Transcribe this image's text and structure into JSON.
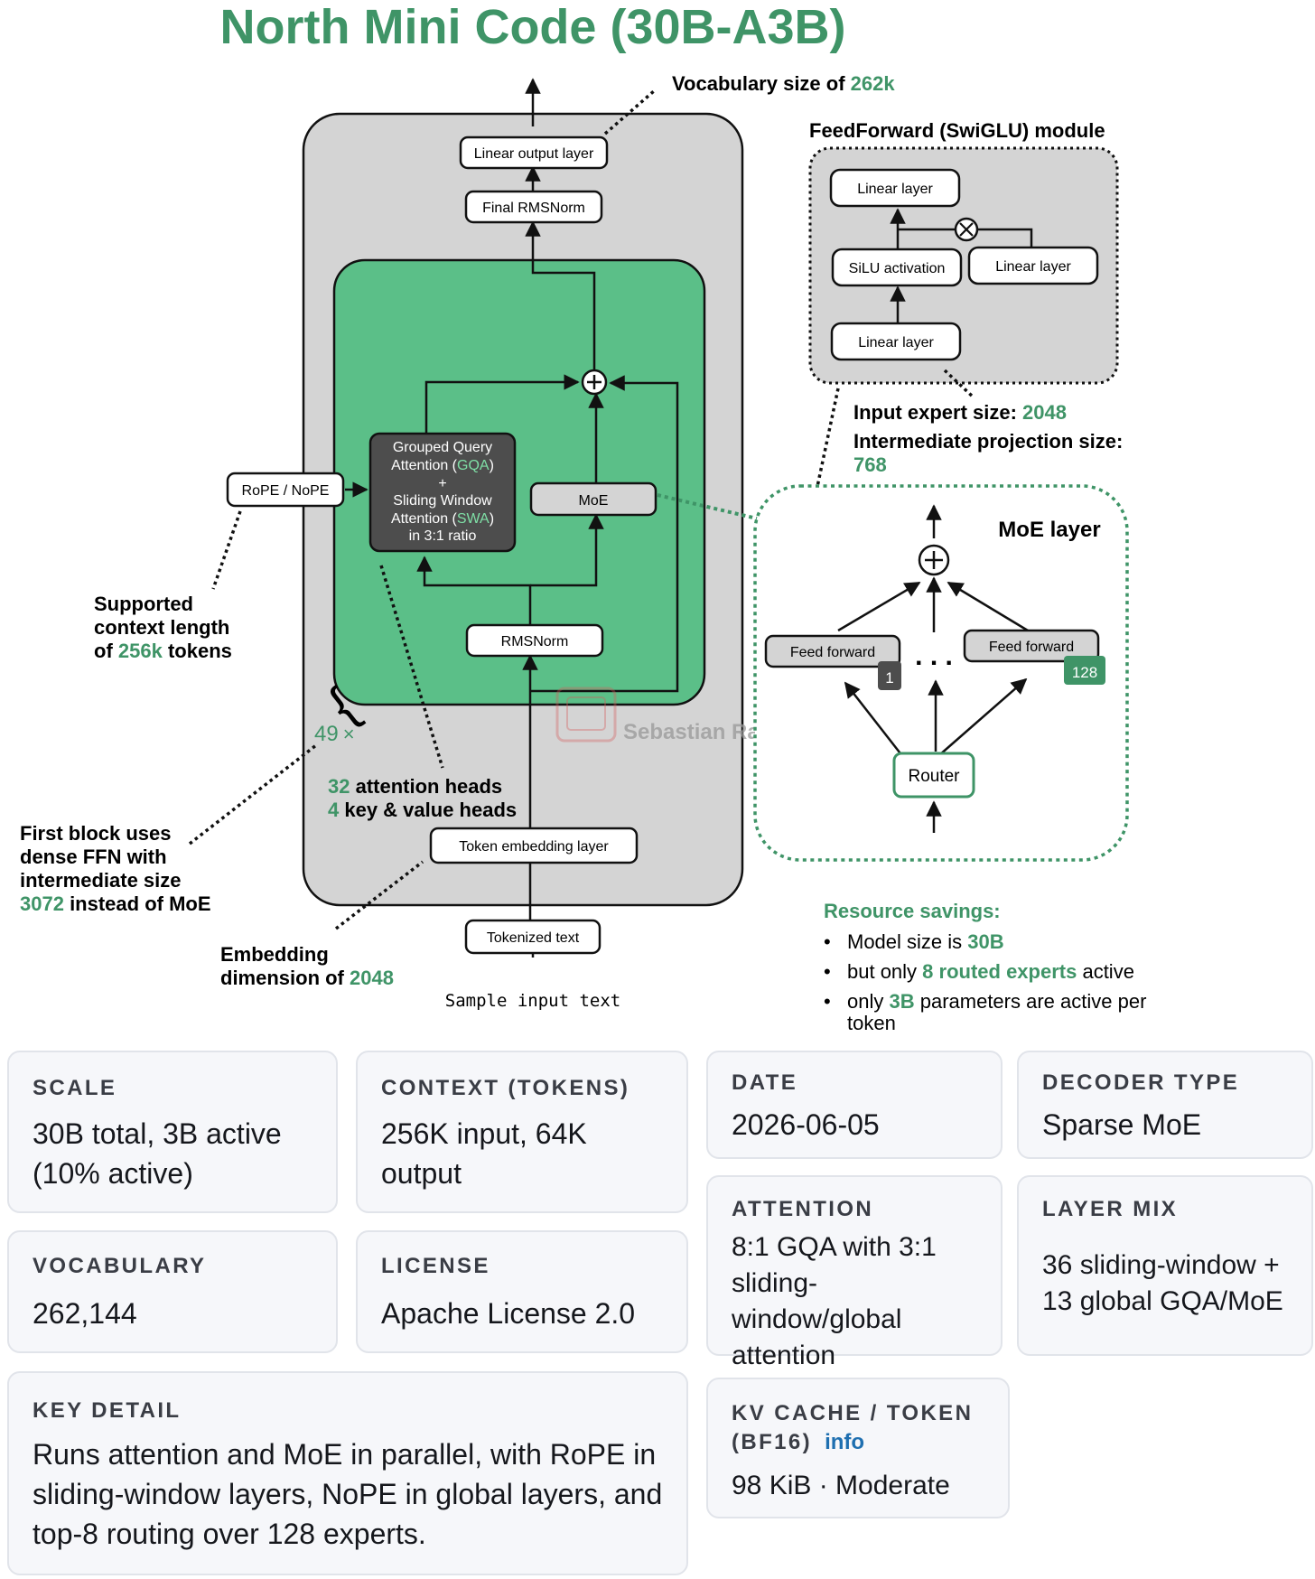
{
  "diagram": {
    "title": "North Mini Code (30B-A3B)",
    "vocab_note": {
      "prefix": "Vocabulary size of ",
      "value": "262k"
    },
    "boxes": {
      "linear_output": "Linear output layer",
      "final_rmsnorm": "Final RMSNorm",
      "rmsnorm": "RMSNorm",
      "token_embedding": "Token embedding layer",
      "tokenized_text": "Tokenized text",
      "rope": "RoPE / NoPE",
      "moe": "MoE",
      "router": "Router",
      "feed_forward_1": "Feed forward",
      "feed_forward_128": "Feed forward",
      "expert_first": "1",
      "expert_last": "128"
    },
    "attention_box": {
      "line1": "Grouped Query",
      "line2_prefix": "Attention (",
      "line2_hl": "GQA",
      "line2_suffix": ")",
      "line3": "+",
      "line4": "Sliding Window",
      "line5_prefix": "Attention (",
      "line5_hl": "SWA",
      "line5_suffix": ")",
      "line6": "in 3:1 ratio"
    },
    "sample_input": "Sample input text",
    "repeat": {
      "value": "49",
      "symbol": "×"
    },
    "context_note": {
      "line1": "Supported",
      "line2": "context length",
      "line3_prefix": "of ",
      "line3_hl": "256k",
      "line3_suffix": " tokens"
    },
    "heads_note": {
      "line1_hl": "32",
      "line1_rest": " attention heads",
      "line2_hl": "4",
      "line2_rest": " key & value heads"
    },
    "dense_note": {
      "line1": "First block uses",
      "line2": "dense FFN with",
      "line3": "intermediate size",
      "line4_hl": "3072",
      "line4_rest": " instead of MoE"
    },
    "embedding_note": {
      "line1": "Embedding",
      "line2_prefix": "dimension of ",
      "line2_hl": "2048"
    },
    "ffn_module": {
      "title": "FeedForward (SwiGLU) module",
      "linear_top": "Linear layer",
      "silu": "SiLU activation",
      "linear_right": "Linear layer",
      "linear_bottom": "Linear layer"
    },
    "expert_note": {
      "line1_prefix": "Input expert size: ",
      "line1_hl": "2048",
      "line2": "Intermediate projection size:",
      "line3_hl": "768"
    },
    "moe_layer_title": "MoE layer",
    "watermark": "Sebastian Raschka",
    "savings": {
      "title": "Resource savings:",
      "b1_prefix": "Model size is ",
      "b1_hl": "30B",
      "b2_prefix": "but only ",
      "b2_hl": "8 routed experts",
      "b2_suffix": " active",
      "b3_prefix": "only ",
      "b3_hl": "3B",
      "b3_suffix": " parameters are active per",
      "b3_line2": "token"
    }
  },
  "cards": {
    "scale": {
      "label": "SCALE",
      "value": "30B total, 3B active (10% active)"
    },
    "context": {
      "label": "CONTEXT (TOKENS)",
      "value": "256K input, 64K output"
    },
    "date": {
      "label": "DATE",
      "value": "2026-06-05"
    },
    "decoder_type": {
      "label": "DECODER TYPE",
      "value": "Sparse MoE"
    },
    "vocabulary": {
      "label": "VOCABULARY",
      "value": "262,144"
    },
    "license": {
      "label": "LICENSE",
      "value": "Apache License 2.0"
    },
    "attention": {
      "label": "ATTENTION",
      "value": "8:1 GQA with 3:1 sliding-window/global attention"
    },
    "layer_mix": {
      "label": "LAYER MIX",
      "value": "36 sliding-window + 13 global GQA/MoE"
    },
    "key_detail": {
      "label": "KEY DETAIL",
      "value": "Runs attention and MoE in parallel, with RoPE in sliding-window layers, NoPE in global layers, and top-8 routing over 128 experts."
    },
    "kv_cache": {
      "label_line1": "KV CACHE / TOKEN",
      "label_line2": "(BF16)",
      "info": "info",
      "value": "98 KiB · Moderate"
    }
  },
  "colors": {
    "accent_green": "#3f9467",
    "block_green": "#5bbf88",
    "panel_gray": "#d4d4d4",
    "attention_dark": "#4d4d4d",
    "link_blue": "#1e6fb0"
  }
}
